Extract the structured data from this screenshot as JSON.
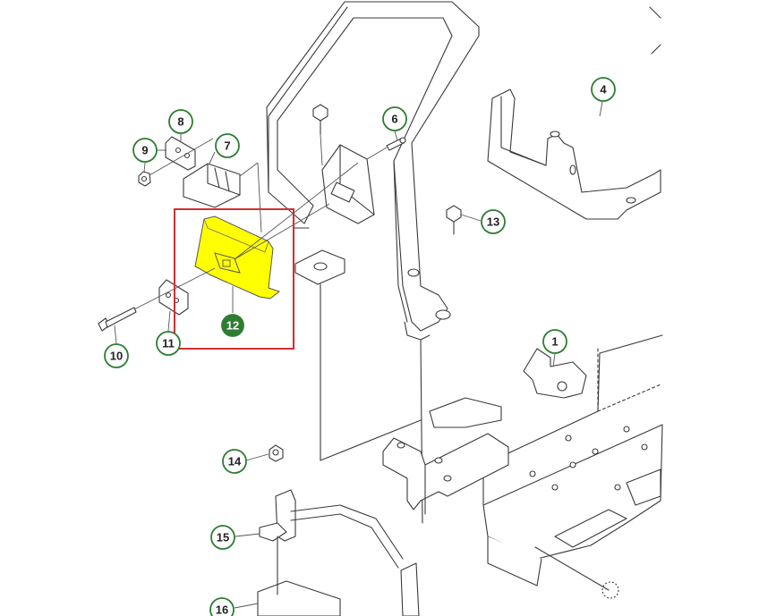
{
  "diagram": {
    "highlight_color": "#ffff00",
    "callout_color": "#2e7d32",
    "selection_box_color": "#d32f2f",
    "selected_part": "12",
    "callouts": {
      "c1": "1",
      "c4": "4",
      "c6": "6",
      "c7": "7",
      "c8": "8",
      "c9": "9",
      "c10": "10",
      "c11": "11",
      "c12": "12",
      "c13": "13",
      "c14": "14",
      "c15": "15",
      "c16": "16"
    }
  }
}
